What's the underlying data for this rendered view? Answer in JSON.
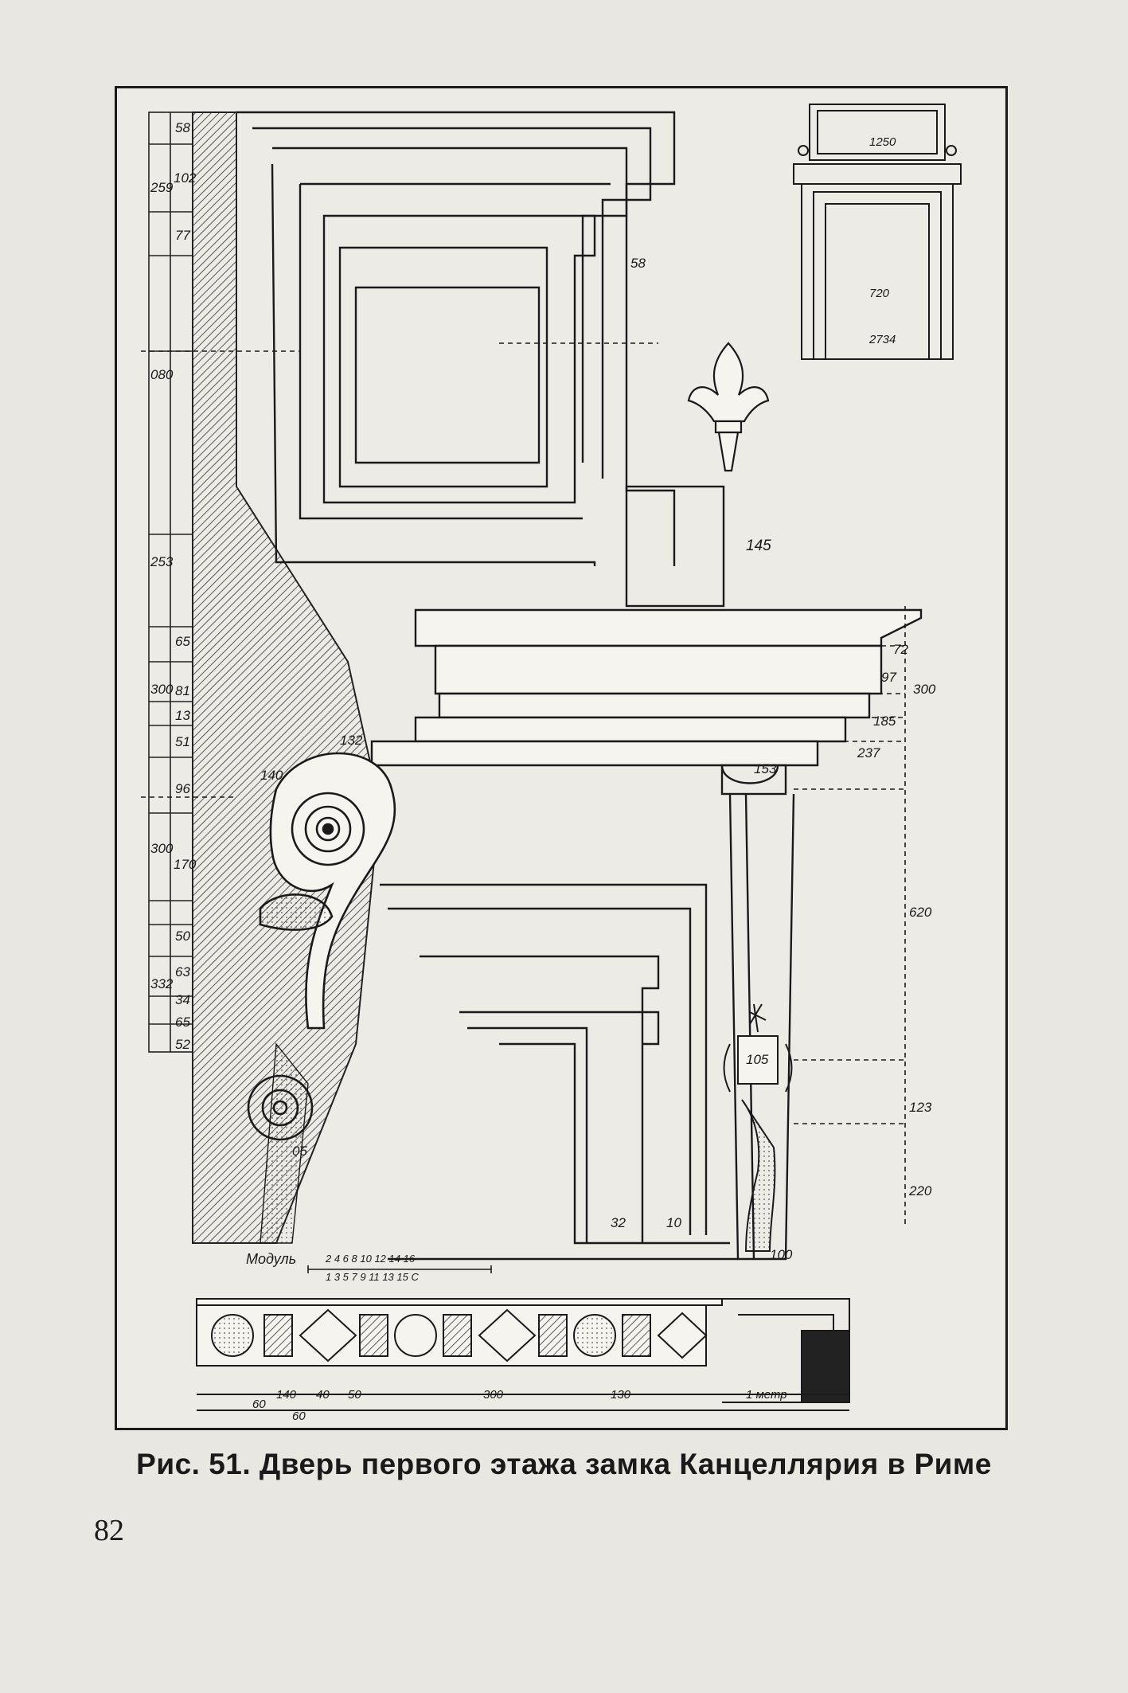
{
  "figure": {
    "caption": "Рис. 51. Дверь первого этажа замка Канцеллярия в Риме",
    "labels": {
      "d58a": "58",
      "d102": "102",
      "d77": "77",
      "d259": "259",
      "d080": "080",
      "d253": "253",
      "d300a": "300",
      "d65a": "65",
      "d81": "81",
      "d51": "51",
      "d13": "13",
      "d140": "140",
      "d132": "132",
      "d96": "96",
      "d300b": "300",
      "d170": "170",
      "d50": "50",
      "d63": "63",
      "d34": "34",
      "d65b": "65",
      "d52": "52",
      "d332": "332",
      "d58b": "58",
      "d145": "145",
      "d72": "72",
      "d97": "97",
      "d185": "185",
      "d237": "237",
      "d153": "153",
      "d300c": "300",
      "d620": "620",
      "d123": "123",
      "d105": "105",
      "d220": "220",
      "d32": "32",
      "d10": "10",
      "d100": "100",
      "d05": "05",
      "d1250": "1250",
      "d720": "720",
      "d2734": "2734",
      "module": "Модуль",
      "scale_top": "2  4  6  8  10 12 14 16",
      "scale_bottom": "1  3  5  7  9  11 13 15 С",
      "b60": "60",
      "b140": "140",
      "b40": "40",
      "b50": "50",
      "b300": "300",
      "b130": "130",
      "b60b": "60",
      "b1metr": "1 метр"
    }
  },
  "page_number": "82"
}
